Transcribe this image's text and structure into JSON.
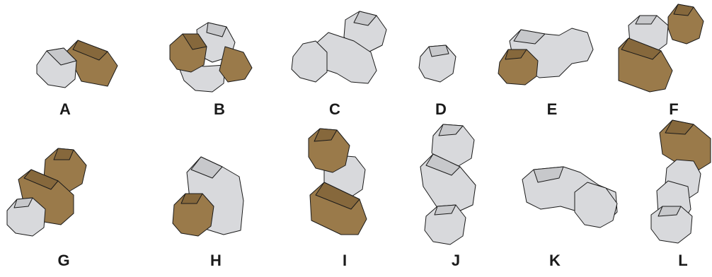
{
  "colors": {
    "grey": "#d8d9dc",
    "brown": "#9a7a4a",
    "outline": "#1a1a1a",
    "background": "#ffffff"
  },
  "pieces": [
    {
      "id": "A",
      "label": "A"
    },
    {
      "id": "B",
      "label": "B"
    },
    {
      "id": "C",
      "label": "C"
    },
    {
      "id": "D",
      "label": "D"
    },
    {
      "id": "E",
      "label": "E"
    },
    {
      "id": "F",
      "label": "F"
    },
    {
      "id": "G",
      "label": "G"
    },
    {
      "id": "H",
      "label": "H"
    },
    {
      "id": "I",
      "label": "I"
    },
    {
      "id": "J",
      "label": "J"
    },
    {
      "id": "K",
      "label": "K"
    },
    {
      "id": "L",
      "label": "L"
    }
  ]
}
